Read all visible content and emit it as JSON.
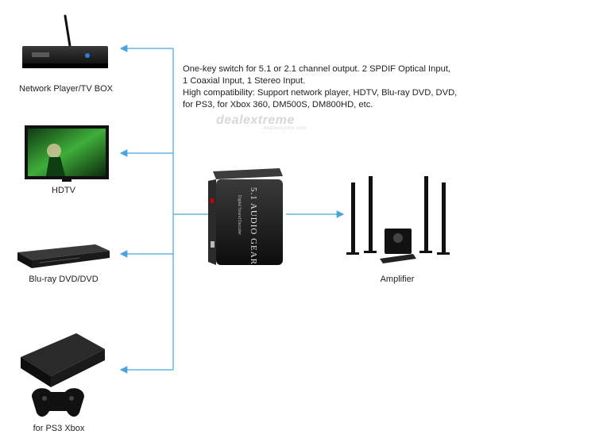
{
  "devices": [
    {
      "label": "Network Player/TV BOX",
      "icon": "network-player-icon"
    },
    {
      "label": "HDTV",
      "icon": "hdtv-icon"
    },
    {
      "label": "Blu-ray DVD/DVD",
      "icon": "bluray-player-icon"
    },
    {
      "label": "for PS3 Xbox",
      "icon": "game-console-icon"
    }
  ],
  "center_device": {
    "text": "5.1 AUDIO GEAR",
    "subtext": "Digital Sound Decoder",
    "icon": "audio-decoder-icon"
  },
  "output": {
    "label": "Amplifier",
    "icon": "speaker-system-icon"
  },
  "description": [
    "One-key switch for 5.1 or 2.1 channel output. 2 SPDIF Optical Input,",
    "1 Coaxial Input, 1 Stereo Input.",
    "High compatibility: Support network player, HDTV, Blu-ray DVD, DVD,",
    "for PS3, for Xbox 360, DM500S, DM800HD, etc."
  ],
  "watermark": {
    "brand": "dealextreme",
    "sub": "dealextreme.com"
  },
  "colors": {
    "arrow": "#4aa3df",
    "device": "#1a1a1a",
    "text": "#222222"
  }
}
